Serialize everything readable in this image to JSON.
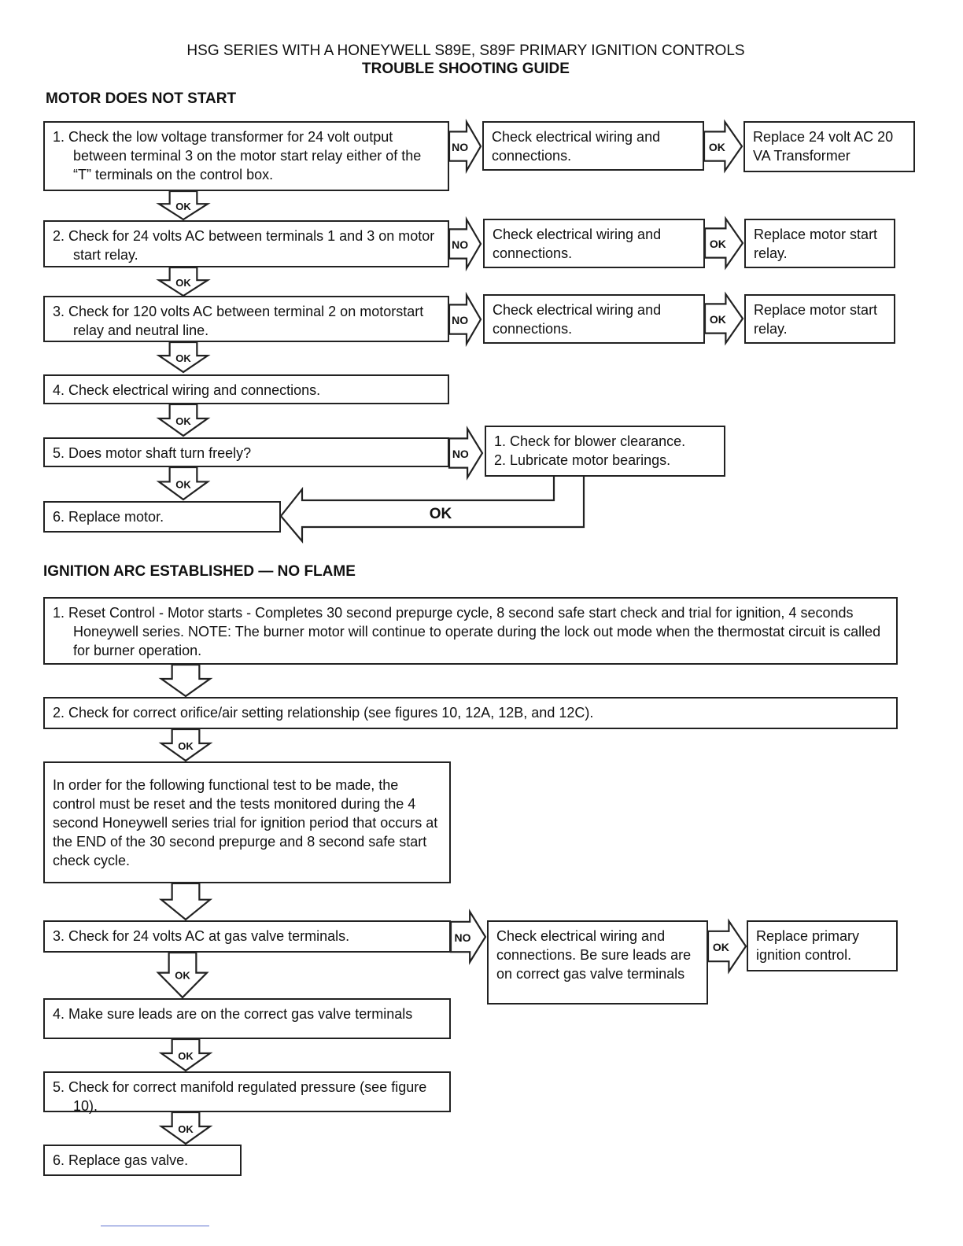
{
  "header": {
    "line1": "HSG SERIES WITH A HONEYWELL S89E, S89F PRIMARY IGNITION CONTROLS",
    "line2": "TROUBLE SHOOTING GUIDE"
  },
  "labels": {
    "no": "NO",
    "ok": "OK"
  },
  "motor": {
    "title": "MOTOR DOES NOT START",
    "s1": "1. Check the low voltage transformer for 24 volt output between terminal 3 on the motor start relay either of the “T” terminals on the control box.",
    "s1_fix1": "Check electrical wiring and connections.",
    "s1_fix2": "Replace 24 volt AC 20 VA Transformer",
    "s2": "2. Check for 24 volts AC between terminals 1 and 3 on motor start relay.",
    "s2_fix1": "Check electrical wiring and connections.",
    "s2_fix2": "Replace motor start relay.",
    "s3": "3. Check for 120 volts AC between terminal 2 on motorstart relay and neutral line.",
    "s3_fix1": "Check electrical wiring and connections.",
    "s3_fix2": "Replace motor start relay.",
    "s4": "4. Check electrical wiring and connections.",
    "s5": "5. Does motor shaft turn freely?",
    "s5_fix_a": "1. Check for blower clearance.",
    "s5_fix_b": "2. Lubricate motor bearings.",
    "s6": "6. Replace motor."
  },
  "ignition": {
    "title": "IGNITION ARC ESTABLISHED — NO FLAME",
    "s1": "1. Reset Control - Motor starts - Completes 30 second prepurge cycle, 8 second safe start check and trial for ignition, 4 seconds Honeywell series. NOTE: The burner motor will continue to operate during the lock out mode when the thermostat circuit is called for burner operation.",
    "s2": "2. Check for correct orifice/air setting relationship (see figures 10, 12A, 12B, and 12C).",
    "note": "In order for the following functional test to be made, the control must be reset and the tests monitored during the 4 second Honeywell series trial for ignition period that occurs at the END of the 30 second prepurge and 8 second safe start check cycle.",
    "s3": "3. Check for 24 volts AC at gas valve terminals.",
    "s3_fix1": "Check electrical wiring and connections. Be sure leads are on correct gas valve terminals",
    "s3_fix2": "Replace primary ignition control.",
    "s4": "4. Make sure leads are on the correct gas valve terminals",
    "s5": "5. Check for correct manifold regulated pressure (see figure 10).",
    "s6": "6. Replace gas valve."
  }
}
